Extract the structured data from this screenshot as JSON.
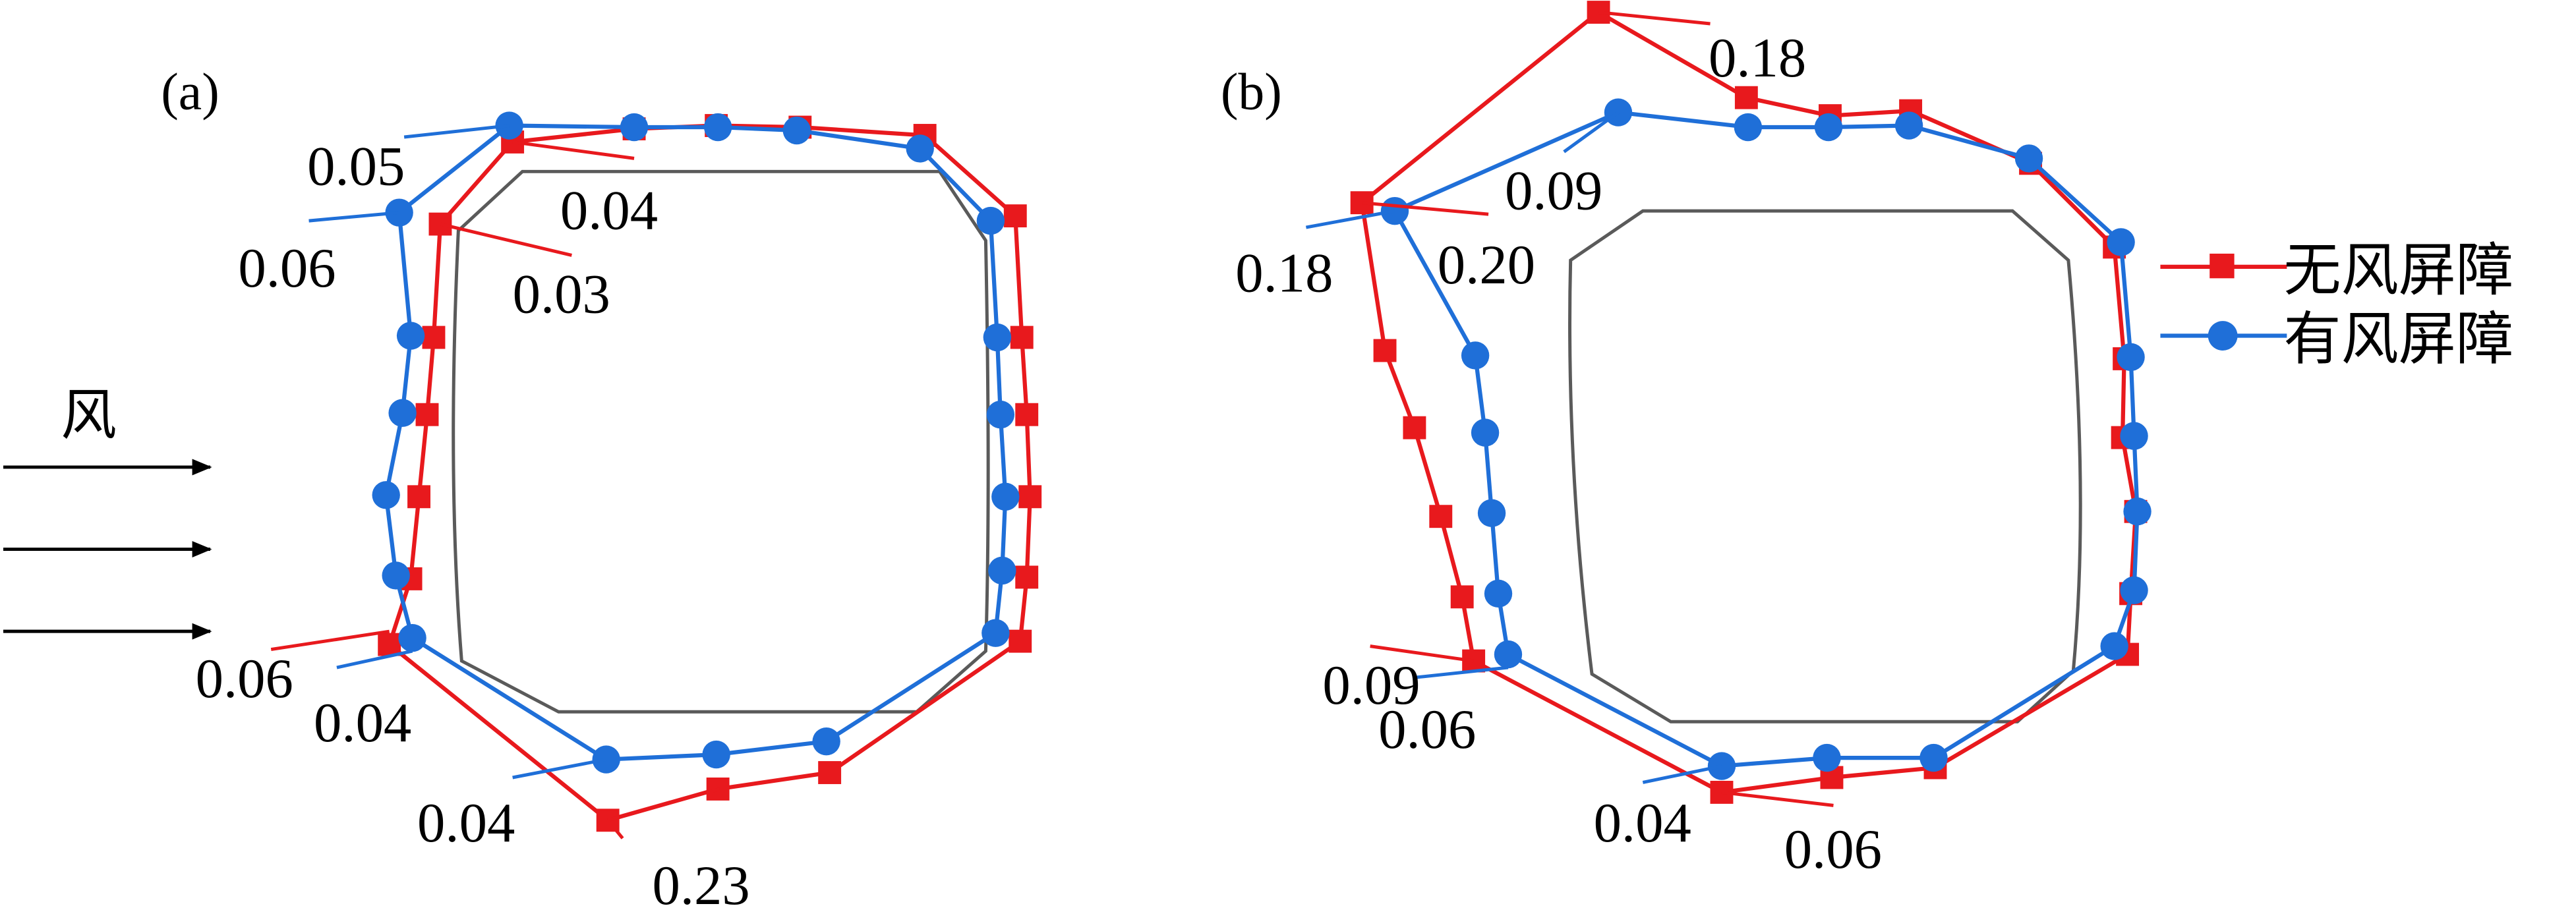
{
  "panels": {
    "a": {
      "label": "(a)",
      "wind_label": "风",
      "values": {
        "v1": "0.05",
        "v2": "0.06",
        "v3": "0.04",
        "v4": "0.03",
        "v5": "0.06",
        "v6": "0.04",
        "v7": "0.04",
        "v8": "0.23"
      }
    },
    "b": {
      "label": "(b)",
      "values": {
        "v1": "0.18",
        "v2": "0.09",
        "v3": "0.18",
        "v4": "0.20",
        "v5": "0.09",
        "v6": "0.06",
        "v7": "0.04",
        "v8": "0.06"
      }
    }
  },
  "legend": {
    "no_screen": "无风屏障",
    "with_screen": "有风屏障"
  },
  "colors": {
    "no_screen": "#e8191d",
    "with_screen": "#1f6fd8",
    "outline": "#5a5a5a",
    "arrow": "#000000"
  }
}
